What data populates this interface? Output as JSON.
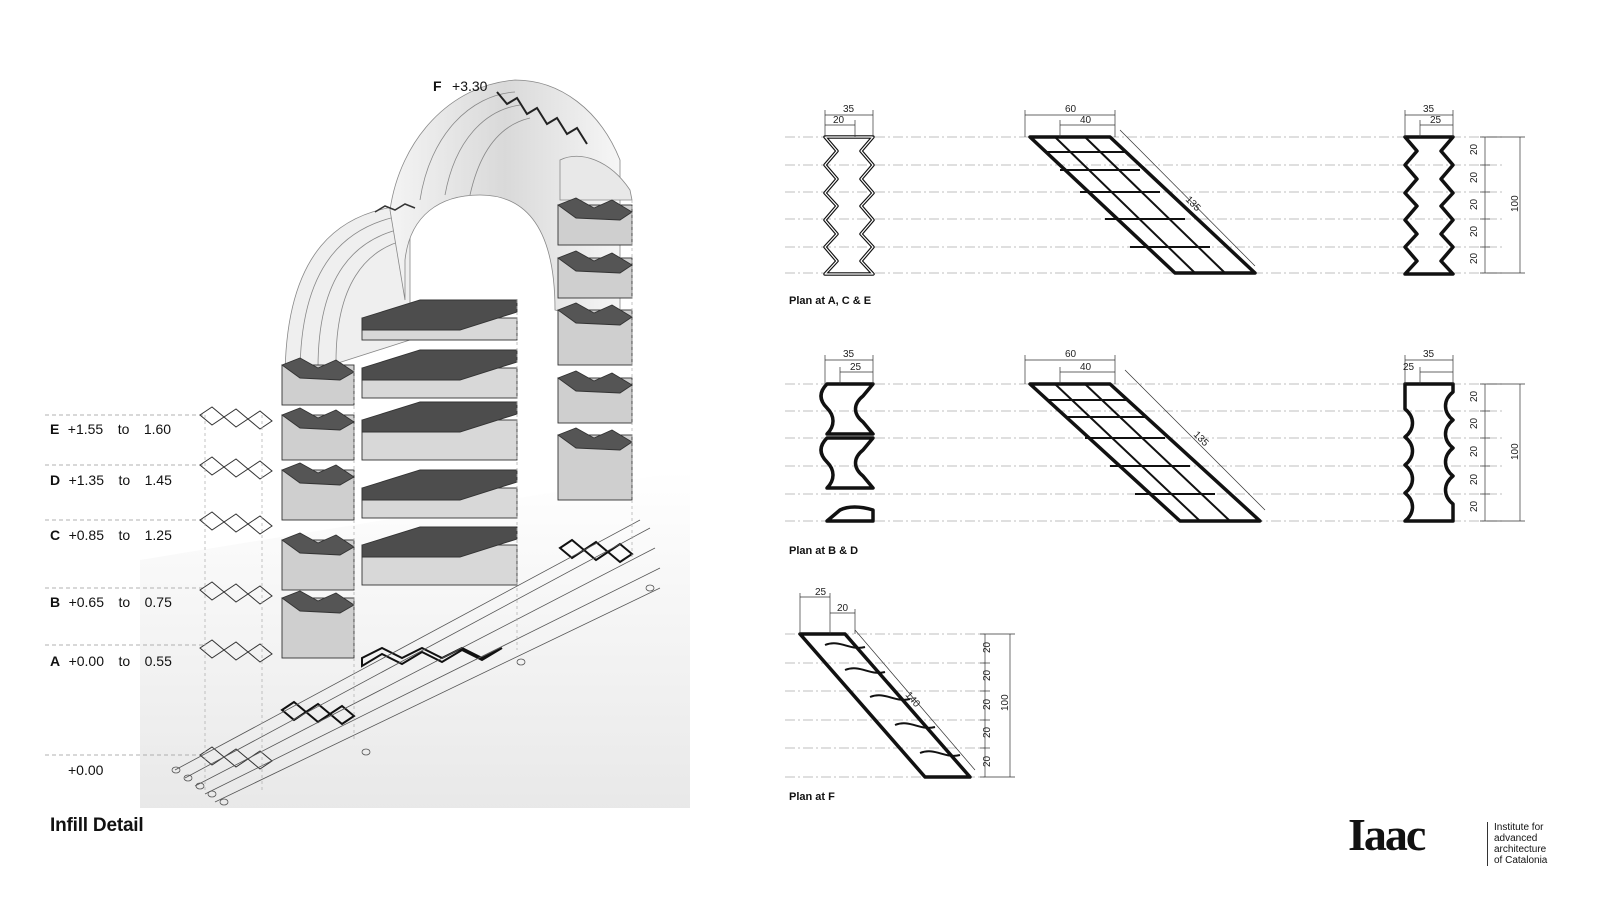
{
  "axon": {
    "top_level_letter": "F",
    "top_level_value": "+3.30",
    "levels": [
      {
        "letter": "E",
        "from": "+1.55",
        "to_word": "to",
        "to": "1.60"
      },
      {
        "letter": "D",
        "from": "+1.35",
        "to_word": "to",
        "to": "1.45"
      },
      {
        "letter": "C",
        "from": "+0.85",
        "to_word": "to",
        "to": "1.25"
      },
      {
        "letter": "B",
        "from": "+0.65",
        "to_word": "to",
        "to": "0.75"
      },
      {
        "letter": "A",
        "from": "+0.00",
        "to_word": "to",
        "to": "0.55"
      }
    ],
    "base_level": "+0.00"
  },
  "title": "Infill Detail",
  "plans": [
    {
      "caption": "Plan at A, C & E",
      "dims": {
        "w_outer": "35",
        "w_inner_left": "20",
        "diag_outer": "60",
        "diag_inner": "40",
        "diag_len": "135",
        "w_outer_right": "35",
        "w_inner_right": "25",
        "step": "20",
        "total": "100"
      }
    },
    {
      "caption": "Plan at B & D",
      "dims": {
        "w_outer": "35",
        "w_inner_left": "25",
        "diag_outer": "60",
        "diag_inner": "40",
        "diag_len": "135",
        "w_outer_right": "35",
        "w_inner_right": "25",
        "step": "20",
        "total": "100"
      }
    },
    {
      "caption": "Plan at F",
      "dims": {
        "w_outer": "25",
        "w_inner": "20",
        "diag_len": "140",
        "step": "20",
        "total": "100"
      }
    }
  ],
  "logo": {
    "wordmark": "Iaac",
    "lines": [
      "Institute for",
      "advanced",
      "architecture",
      "of Catalonia"
    ]
  }
}
